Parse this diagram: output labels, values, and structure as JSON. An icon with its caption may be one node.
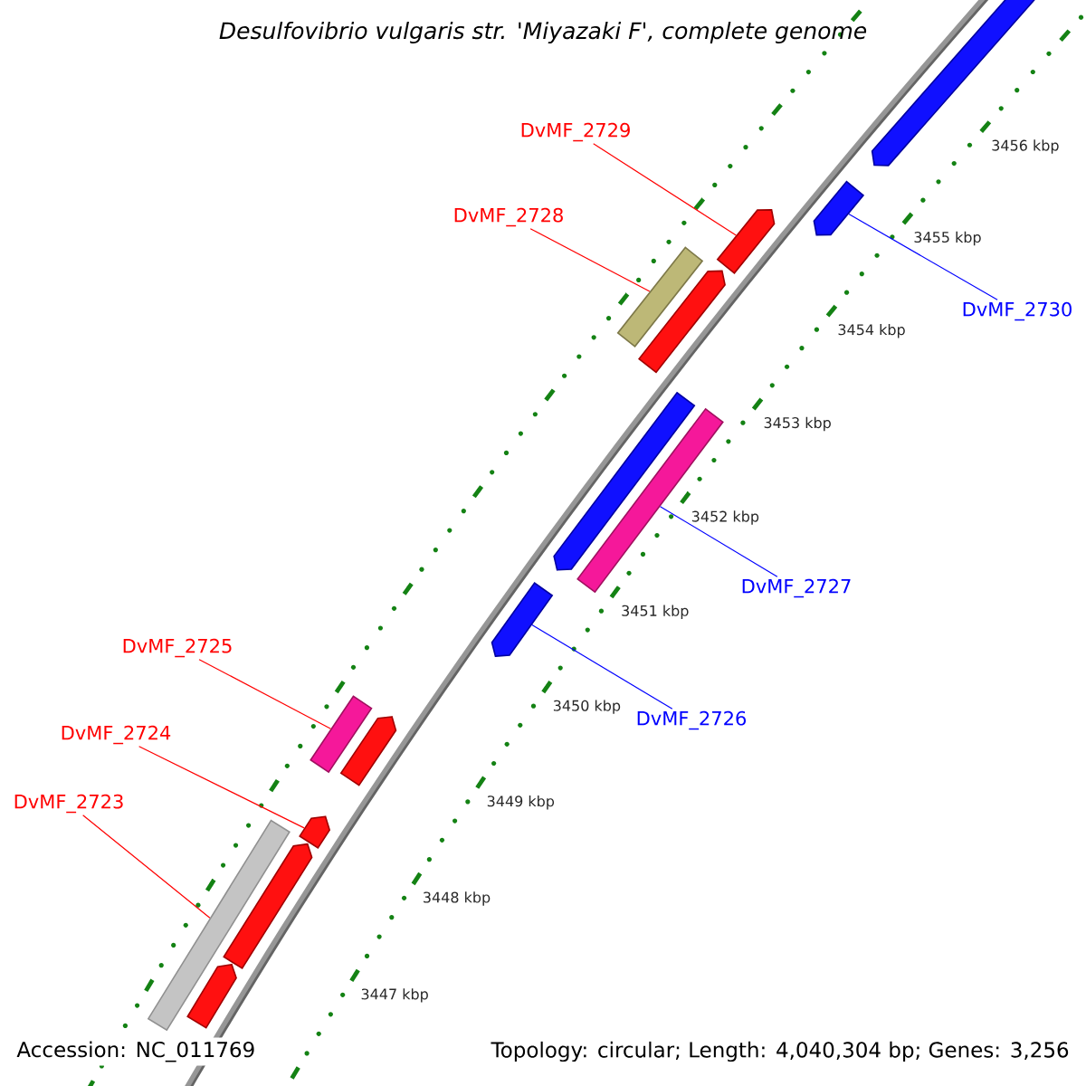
{
  "diagram": {
    "title": "Desulfovibrio vulgaris str. 'Miyazaki F', complete genome",
    "nodes": [
      {
        "text": [
          "DvMF_2729"
        ]
      },
      {
        "text": [
          "DvMF_2728"
        ]
      },
      {
        "text": [
          "DvMF_2730"
        ]
      },
      {
        "text": [
          "DvMF_2727"
        ]
      },
      {
        "text": [
          "DvMF_2726"
        ]
      },
      {
        "text": [
          "DvMF_2725"
        ]
      },
      {
        "text": [
          "DvMF_2724"
        ]
      },
      {
        "text": [
          "DvMF_2723"
        ]
      },
      {
        "text": [],
        "shape": "pentagon"
      },
      {
        "text": [],
        "shape": "pentagon"
      },
      {
        "text": [],
        "shape": "pentagon"
      },
      {
        "text": [],
        "shape": "bar"
      },
      {
        "text": [],
        "shape": "pentagon"
      },
      {
        "text": [],
        "shape": "pentagon"
      },
      {
        "text": [],
        "shape": "bar"
      },
      {
        "text": [],
        "shape": "pentagon"
      },
      {
        "text": [],
        "shape": "bar"
      },
      {
        "text": [],
        "shape": "pentagon"
      },
      {
        "text": [],
        "shape": "pentagon"
      },
      {
        "text": [],
        "shape": "pentagon"
      },
      {
        "text": [],
        "shape": "bar"
      },
      {
        "text": [],
        "shape": "pentagon"
      }
    ],
    "edges": [
      {
        "from": 0,
        "to": 10,
        "arrow": "none"
      },
      {
        "from": 1,
        "to": 11,
        "arrow": "none"
      },
      {
        "from": 2,
        "to": 9,
        "arrow": "none",
        "color": "#0000ff"
      },
      {
        "from": 3,
        "to": 14,
        "arrow": "none",
        "color": "#0000ff"
      },
      {
        "from": 4,
        "to": 15,
        "arrow": "none",
        "color": "#0000ff"
      },
      {
        "from": 5,
        "to": 16,
        "arrow": "none"
      },
      {
        "from": 6,
        "to": 18,
        "arrow": "none"
      },
      {
        "from": 7,
        "to": 20,
        "arrow": "none"
      }
    ],
    "labels": [
      "3456 kbp",
      "3455 kbp",
      "3454 kbp",
      "3453 kbp",
      "3452 kbp",
      "3451 kbp",
      "3450 kbp",
      "3449 kbp",
      "3448 kbp",
      "3447 kbp",
      "Accession: NC_011769",
      "Topology: circular; Length: 4,040,304 bp; Genes: 3,256"
    ]
  }
}
